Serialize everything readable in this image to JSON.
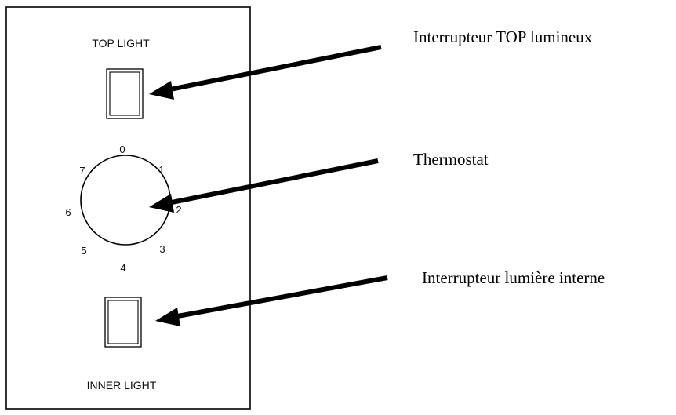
{
  "panel": {
    "top_label": "TOP LIGHT",
    "bottom_label": "INNER LIGHT",
    "dial_numbers": [
      "0",
      "1",
      "2",
      "3",
      "4",
      "5",
      "6",
      "7"
    ]
  },
  "callouts": {
    "top_switch": "Interrupteur TOP lumineux",
    "thermostat": "Thermostat",
    "inner_switch": "Interrupteur lumière interne"
  },
  "colors": {
    "ink": "#000000",
    "background": "#ffffff"
  }
}
